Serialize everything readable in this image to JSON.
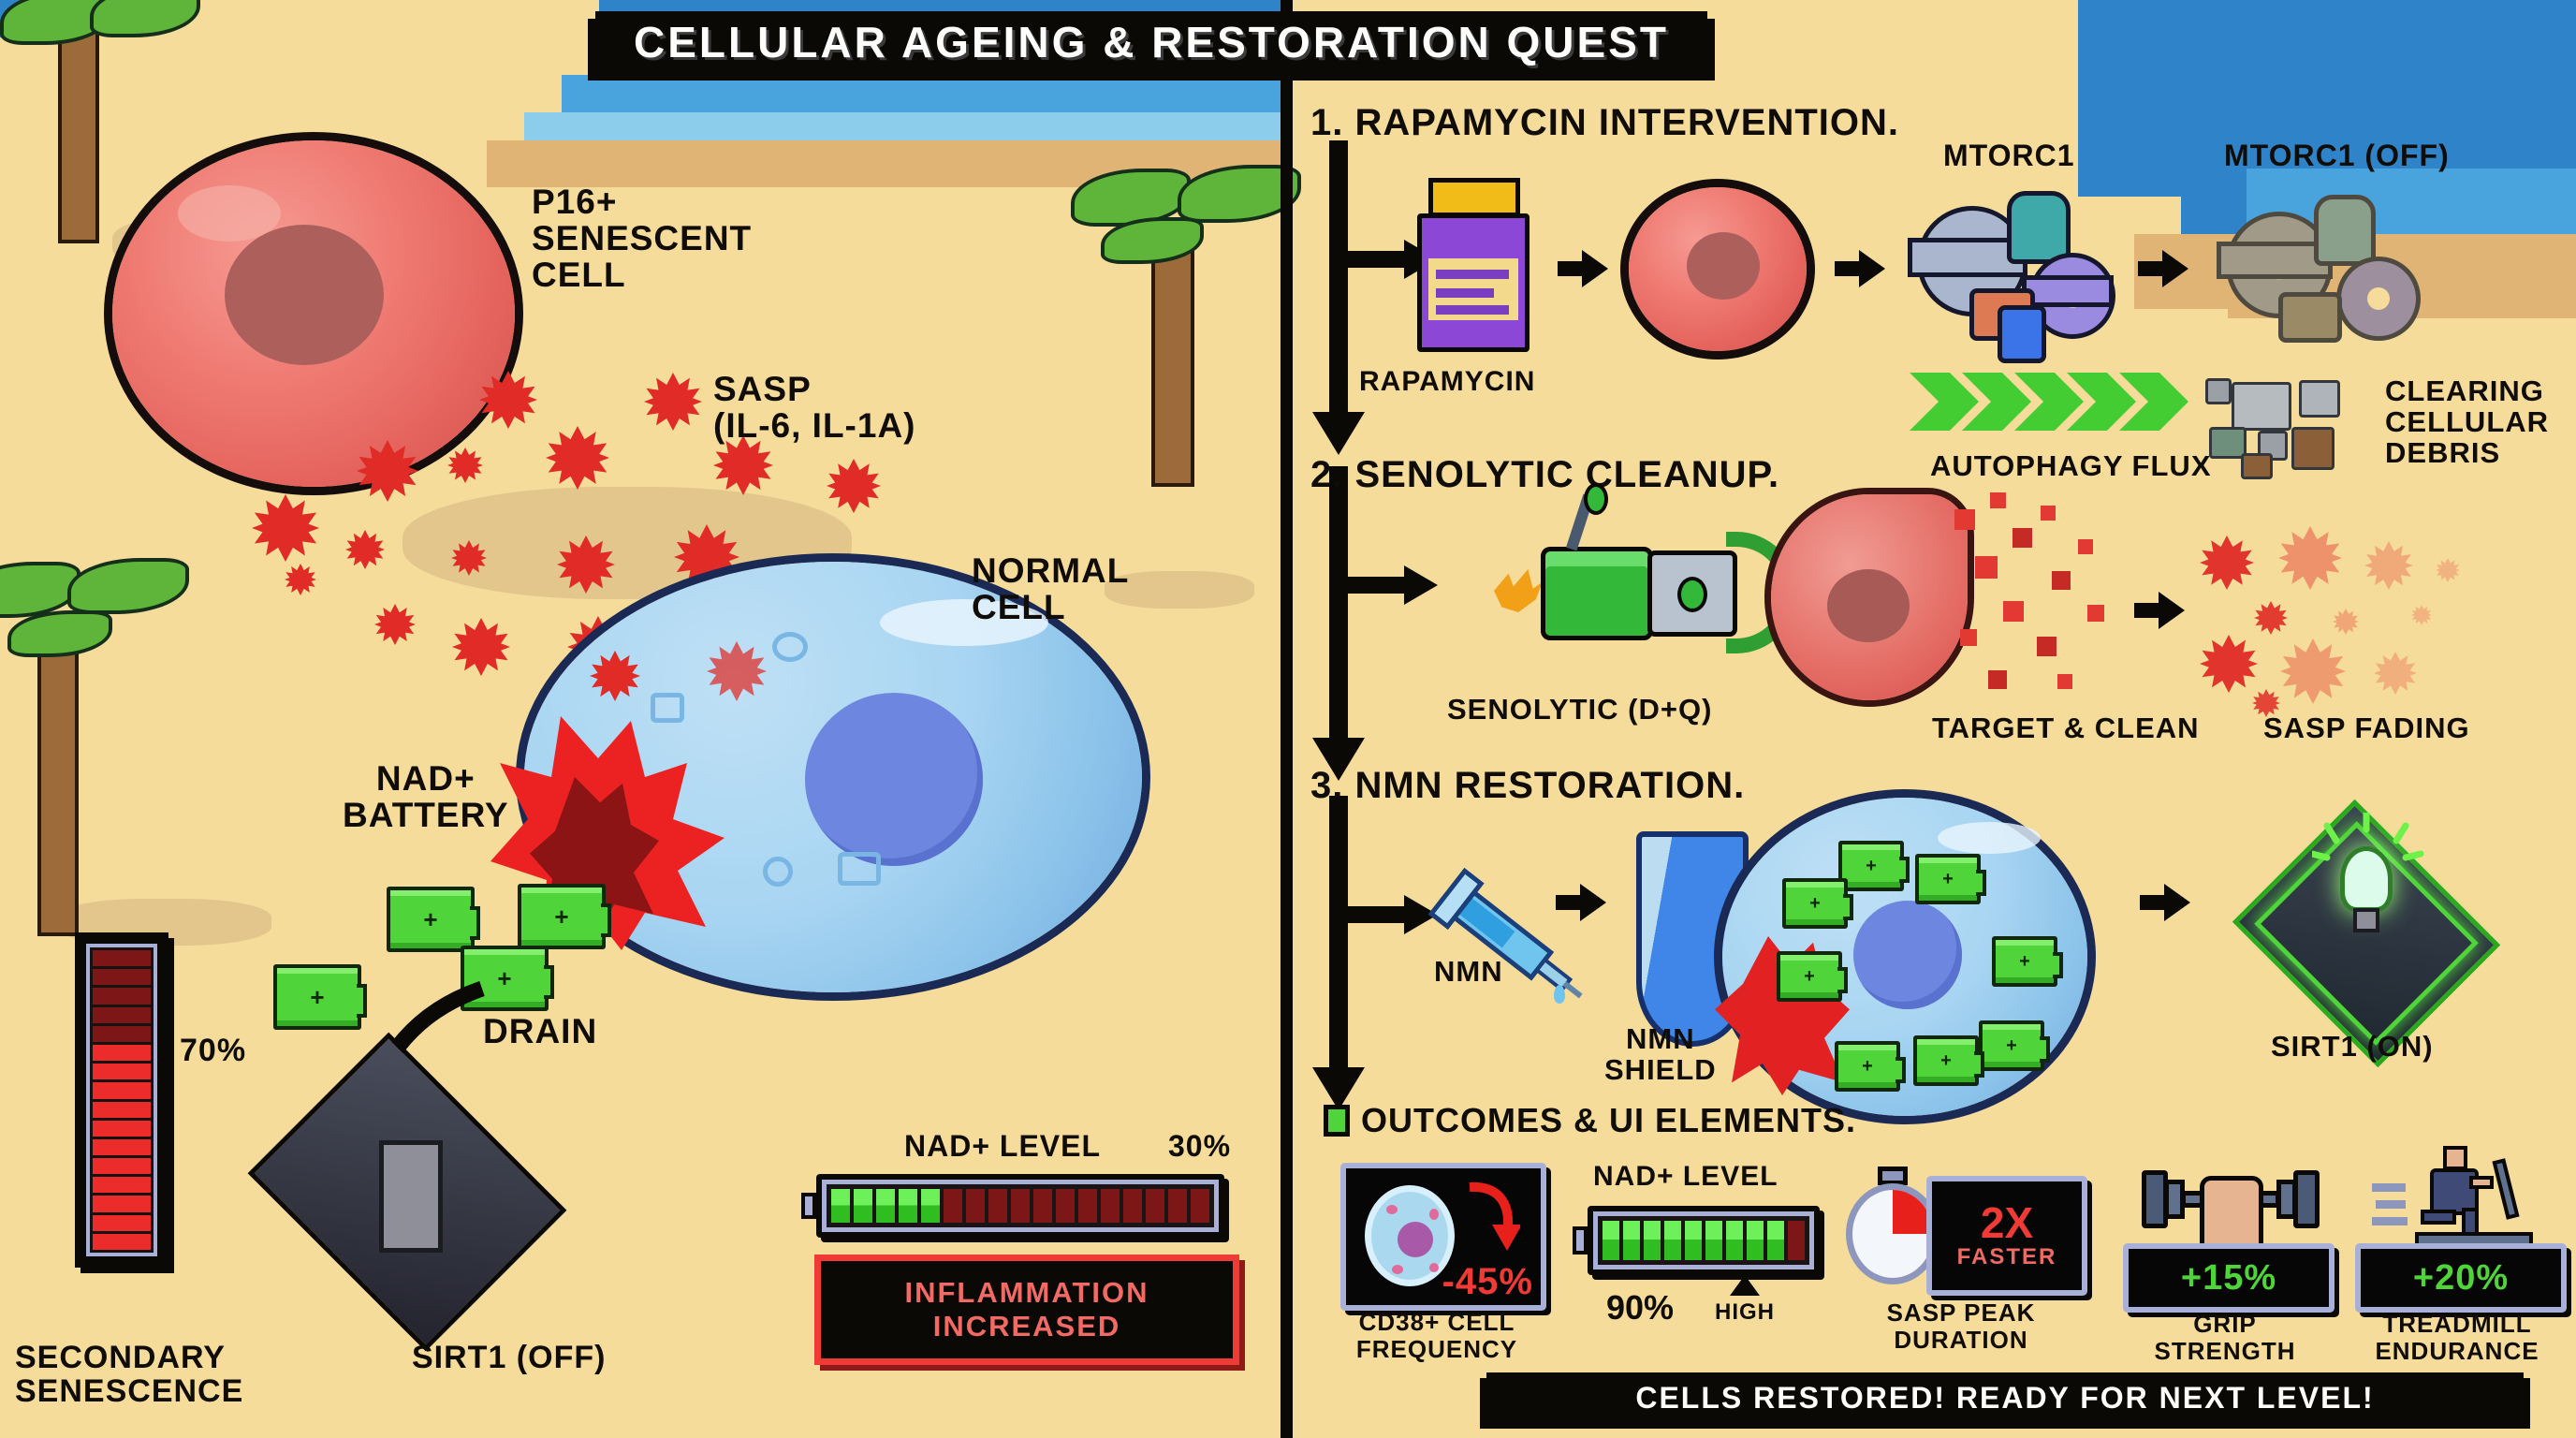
{
  "title": "CELLULAR AGEING & RESTORATION QUEST",
  "left_panel": {
    "senescent_cell_label": "p16+\nSENESCENT\nCELL",
    "sasp_label": "SASP\n(IL-6, IL-1α)",
    "normal_cell_label": "NORMAL\nCELL",
    "nad_battery_label": "NAD+\nBATTERY",
    "drain_label": "DRAIN",
    "secondary_senescence": {
      "label": "SECONDARY\nSENESCENCE",
      "value": "70%",
      "percent": 70,
      "segments": 16,
      "filled": 11
    },
    "sirt1_label": "SIRT1 (OFF)",
    "nad_meter": {
      "label": "NAD+ LEVEL",
      "value": "30%",
      "percent": 30,
      "segments": 17,
      "filled": 5
    },
    "inflammation_banner": {
      "line1": "INFLAMMATION",
      "line2": "INCREASED"
    }
  },
  "right_panel": {
    "steps": [
      {
        "heading": "1. RAPAMYCIN INTERVENTION.",
        "item_label": "RAPAMYCIN",
        "labels": [
          "mTORC1",
          "mTORC1 (OFF)",
          "AUTOPHAGY FLUX",
          "CLEARING\nCELLULAR\nDEBRIS"
        ],
        "autophagy_arrows": 5
      },
      {
        "heading": "2. SENOLYTIC CLEANUP.",
        "item_label": "SENOLYTIC (D+Q)",
        "labels": [
          "TARGET & CLEAN",
          "SASP FADING"
        ]
      },
      {
        "heading": "3. NMN RESTORATION.",
        "item_label": "NMN",
        "labels": [
          "NMN\nSHIELD",
          "SIRT1 (ON)"
        ],
        "battery_count": 8
      }
    ],
    "outcomes_heading": "OUTCOMES & UI ELEMENTS.",
    "outcomes": [
      {
        "name": "cd38-cell-frequency",
        "value": "-45%",
        "label": "CD38+ CELL\nFREQUENCY",
        "value_color": "#ef3a35"
      },
      {
        "name": "nad-level-meter",
        "value": "90%",
        "label": "NAD+ LEVEL",
        "sublabel": "HIGH",
        "percent": 90,
        "segments": 10,
        "filled": 9
      },
      {
        "name": "sasp-peak-duration",
        "value": "2X",
        "value_sub": "FASTER",
        "label": "SASP PEAK\nDURATION",
        "value_color": "#ef3a35"
      },
      {
        "name": "grip-strength",
        "value": "+15%",
        "label": "GRIP\nSTRENGTH",
        "value_color": "#4fd43a"
      },
      {
        "name": "treadmill-endurance",
        "value": "+20%",
        "label": "TREADMILL\nENDURANCE",
        "value_color": "#4fd43a"
      }
    ],
    "bottom_banner": "CELLS RESTORED! READY FOR NEXT LEVEL!"
  },
  "colors": {
    "sand": "#f6dc9b",
    "sea": "#2f84c9",
    "ink": "#0b0906",
    "green": "#4fd43a",
    "red": "#ef3a35",
    "senescent": "#ef7b73",
    "normal": "#a8d5f2"
  }
}
